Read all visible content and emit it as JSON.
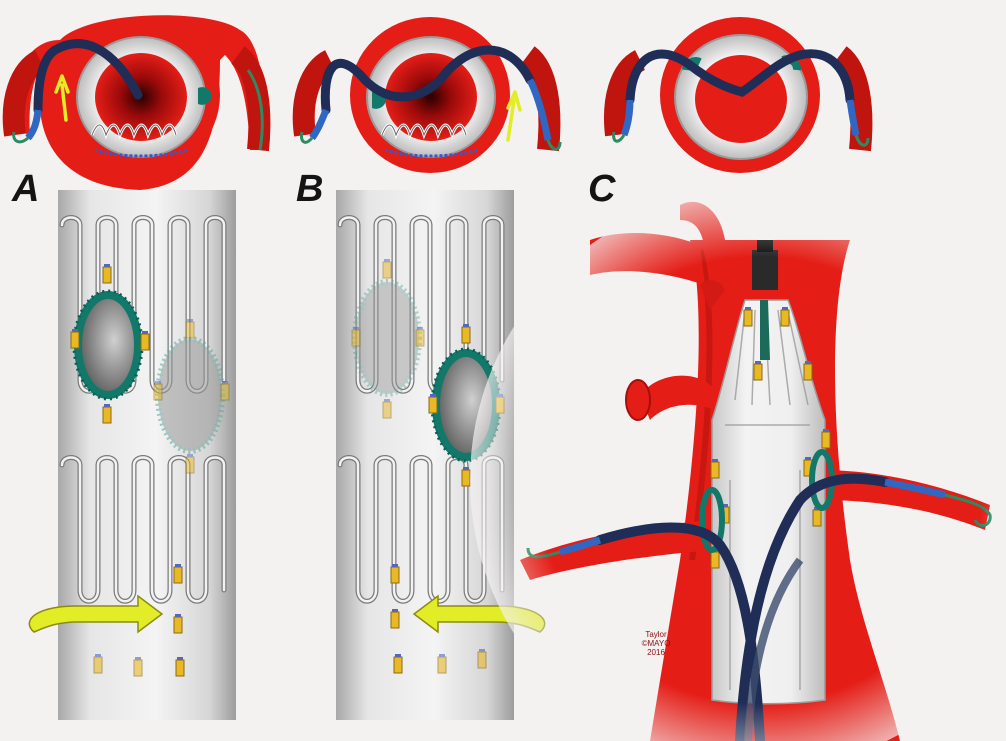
{
  "panels": [
    {
      "id": "A",
      "label": "A"
    },
    {
      "id": "B",
      "label": "B"
    },
    {
      "id": "C",
      "label": "C"
    }
  ],
  "credit": {
    "line1": "Taylor",
    "line2": "©MAYO",
    "line3": "2016"
  },
  "colors": {
    "vessel_red": "#e41e17",
    "dark_red": "#7a0508",
    "graft_white": "#f1f1f1",
    "catheter_navy": "#1f2d57",
    "catheter_blue": "#2f67c2",
    "wire_green": "#2d8a62",
    "fenestration_green": "#11786a",
    "marker_gold": "#e9b825",
    "rotation_arrow_yellow": "#e2ec27",
    "background": "#f4f1f1"
  },
  "icons": [
    "rotation-arrow-right-icon",
    "rotation-arrow-left-icon",
    "insertion-arrow-icon"
  ]
}
